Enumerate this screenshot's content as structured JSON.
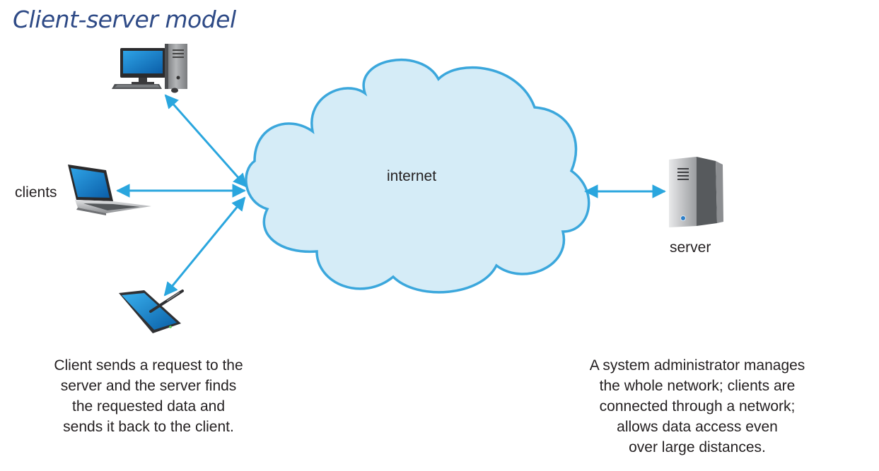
{
  "title": "Client-server model",
  "cloud_label": "internet",
  "clients_label": "clients",
  "server_label": "server",
  "client_caption": "Client sends a request to the\nserver and the server finds\nthe requested data and\nsends it back to the client.",
  "server_caption": "A system administrator manages\nthe whole network; clients are\nconnected through a network;\nallows data access even\nover large distances.",
  "colors": {
    "title": "#2e4a86",
    "arrow": "#2aa6de",
    "cloud_fill": "#d5ecf7",
    "cloud_stroke": "#3ba7dc"
  },
  "icons": [
    "desktop-computer-icon",
    "laptop-icon",
    "tablet-icon",
    "server-tower-icon"
  ]
}
